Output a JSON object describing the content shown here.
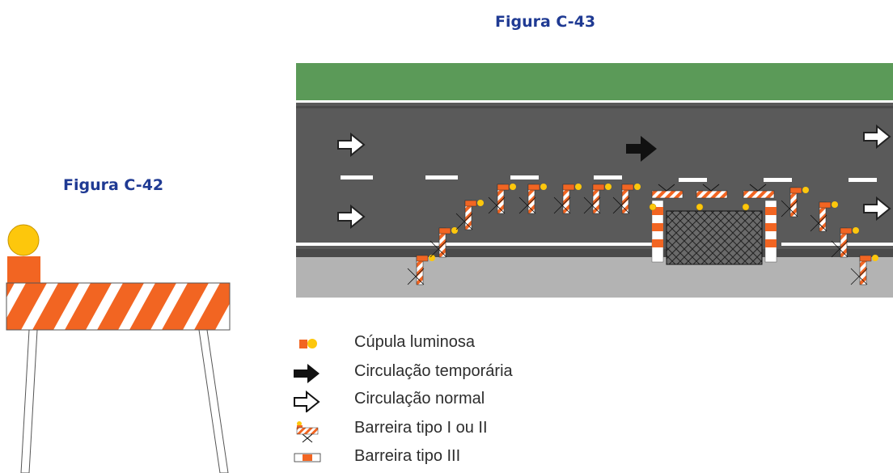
{
  "figure_c42": {
    "title": "Figura C-42"
  },
  "figure_c43": {
    "title": "Figura C-43"
  },
  "legend": [
    {
      "icon": "luminous-dome-icon",
      "label": "Cúpula luminosa"
    },
    {
      "icon": "temporary-flow-arrow-icon",
      "label": "Circulação temporária"
    },
    {
      "icon": "normal-flow-arrow-icon",
      "label": "Circulação normal"
    },
    {
      "icon": "barrier-type-1-2-icon",
      "label": "Barreira tipo I ou II"
    },
    {
      "icon": "barrier-type-3-icon",
      "label": "Barreira tipo III"
    }
  ],
  "colors": {
    "title_blue": "#1f3a93",
    "orange": "#f26522",
    "lamp_yellow": "#fdc70c",
    "grass": "#5b9a58",
    "road": "#5a5a5a",
    "shoulder": "#b3b3b3"
  }
}
